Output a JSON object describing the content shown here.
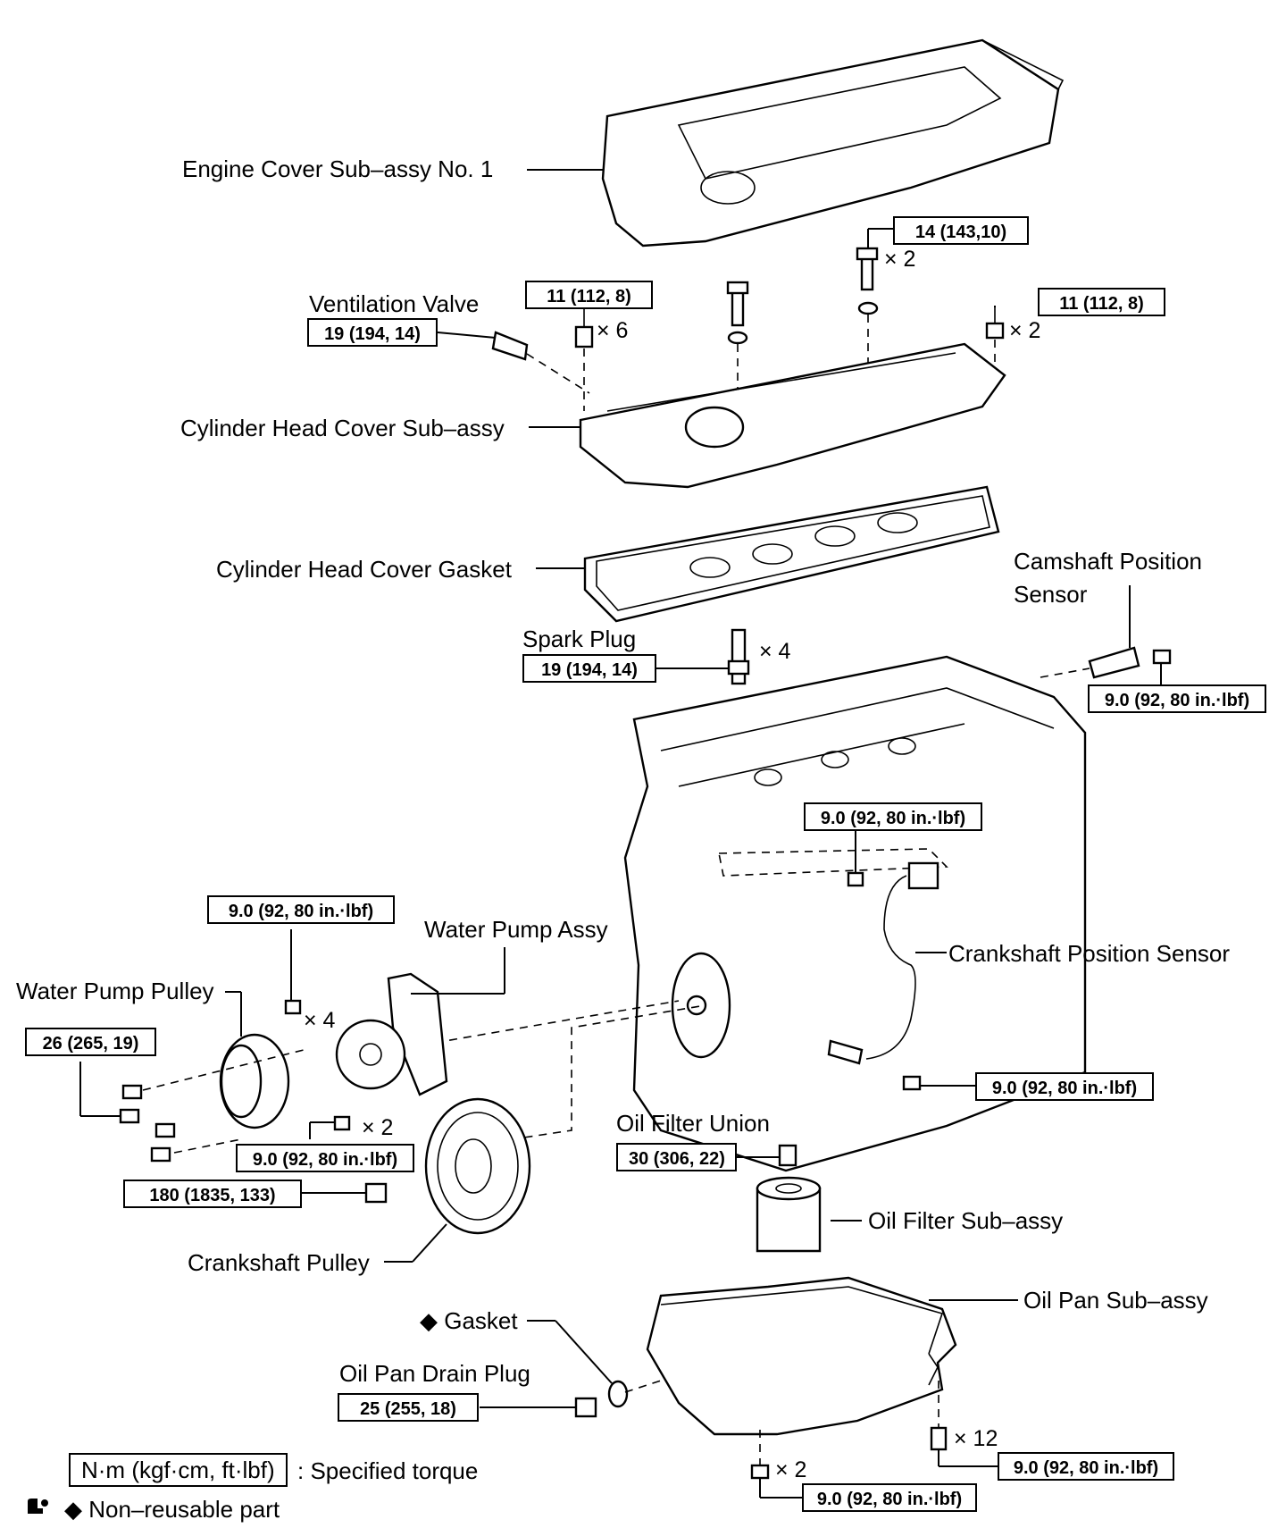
{
  "parts": {
    "engine_cover": "Engine Cover Sub–assy No. 1",
    "ventilation_valve": "Ventilation Valve",
    "cylinder_head_cover": "Cylinder Head Cover Sub–assy",
    "cylinder_head_cover_gasket": "Cylinder Head Cover Gasket",
    "camshaft_position_sensor_line1": "Camshaft Position",
    "camshaft_position_sensor_line2": "Sensor",
    "spark_plug": "Spark Plug",
    "water_pump_assy": "Water Pump Assy",
    "crankshaft_position_sensor": "Crankshaft Position Sensor",
    "water_pump_pulley": "Water Pump Pulley",
    "oil_filter_union": "Oil Filter Union",
    "oil_filter": "Oil Filter Sub–assy",
    "crankshaft_pulley": "Crankshaft Pulley",
    "gasket": "◆ Gasket",
    "oil_pan": "Oil Pan Sub–assy",
    "oil_pan_drain_plug": "Oil Pan Drain Plug"
  },
  "torques": {
    "cover_bolt": "14 (143,10)",
    "ventilation_valve": "19 (194, 14)",
    "head_cover_bolt": "11 (112, 8)",
    "head_cover_nut": "11 (112, 8)",
    "spark_plug": "19 (194, 14)",
    "camshaft_sensor": "9.0 (92, 80 in.·lbf)",
    "crank_sensor_bracket": "9.0 (92, 80 in.·lbf)",
    "water_pump_bolt": "9.0 (92, 80 in.·lbf)",
    "water_pump_pulley": "26 (265, 19)",
    "crank_sensor": "9.0 (92, 80 in.·lbf)",
    "water_pump_nut": "9.0 (92, 80 in.·lbf)",
    "oil_filter_union": "30 (306, 22)",
    "crankshaft_pulley": "180 (1835, 133)",
    "drain_plug": "25 (255, 18)",
    "oil_pan_bolt": "9.0 (92, 80 in.·lbf)",
    "oil_pan_nut": "9.0 (92, 80 in.·lbf)"
  },
  "quantities": {
    "cover_bolt": "× 2",
    "head_cover_bolt": "× 6",
    "head_cover_nut": "× 2",
    "spark_plug": "× 4",
    "water_pump_bolt": "× 4",
    "water_pump_nut": "× 2",
    "oil_pan_bolt": "× 12",
    "oil_pan_nut": "× 2"
  },
  "legend": {
    "unit_box": "N·m (kgf·cm, ft·lbf)",
    "unit_desc": ": Specified torque",
    "nonreusable": "◆ Non–reusable part"
  }
}
